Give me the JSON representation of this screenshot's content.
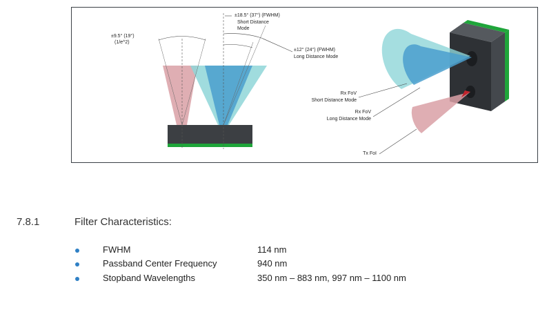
{
  "figure": {
    "labels": {
      "half_angle_1e2": "±9.5° (19°)",
      "half_angle_1e2_note": "(1/e^2)",
      "short_fwhm": "±18.5° (37°) (FWHM)",
      "short_mode_line1": "Short Distance",
      "short_mode_line2": "Mode",
      "long_fwhm": "±12° (24°) (FWHM)",
      "long_mode": "Long Distance Mode",
      "rx_short_line1": "Rx FoV",
      "rx_short_line2": "Short Distance Mode",
      "rx_long_line1": "Rx FoV",
      "rx_long_line2": "Long Distance Mode",
      "tx_fol": "Tx FoI"
    },
    "colors": {
      "tx_cone": "#d9a0a6",
      "rx_short_cone": "#8fd6d8",
      "rx_long_cone": "#4a9fce",
      "sensor_body": "#3c3f43",
      "pcb": "#1fa53a",
      "frame": "#3a3f45"
    }
  },
  "section": {
    "number": "7.8.1",
    "title": "Filter Characteristics:"
  },
  "specs": [
    {
      "name": "FWHM",
      "value": "114 nm"
    },
    {
      "name": "Passband Center Frequency",
      "value": "940 nm"
    },
    {
      "name": "Stopband Wavelengths",
      "value": "350 nm – 883 nm, 997 nm – 1100 nm"
    }
  ]
}
